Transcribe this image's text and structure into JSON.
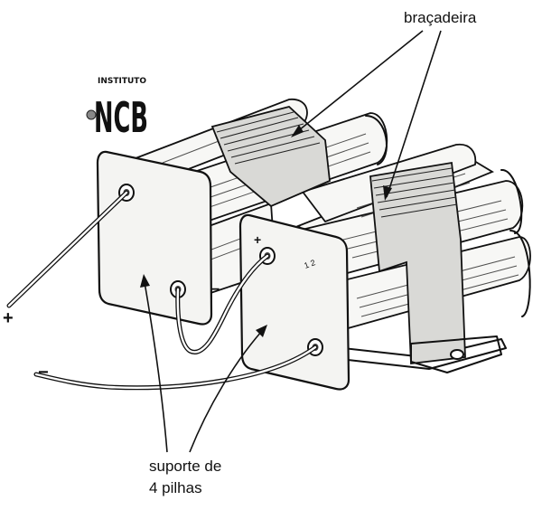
{
  "logo": {
    "line1": "INSTITUTO",
    "line2": "NCB"
  },
  "labels": {
    "clamp": "braçadeira",
    "holder_line1": "suporte de",
    "holder_line2": "4 pilhas",
    "plus_outer": "+",
    "minus_outer": "−",
    "plus_terminal": "+",
    "minus_terminal": "−",
    "cell_marks": "1 2"
  }
}
